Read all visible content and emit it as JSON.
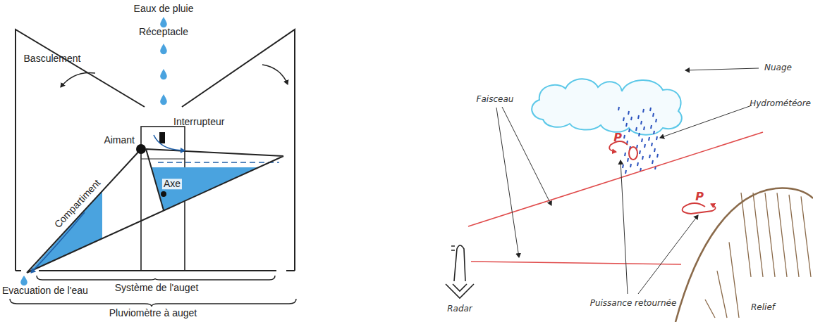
{
  "diagram": {
    "labels": [
      "Eaux de pluie",
      "Réceptacle",
      "Basculement",
      "Aimant",
      "Interrupteur",
      "Compartiment",
      "Axe",
      "Evacuation de l'eau",
      "Système de l'auget",
      "Pluviomètre à auget",
      "Faisceau",
      "Nuage",
      "P",
      "Hydrométéore",
      "P",
      "Radar",
      "Puissance retournée",
      "Relief"
    ]
  }
}
